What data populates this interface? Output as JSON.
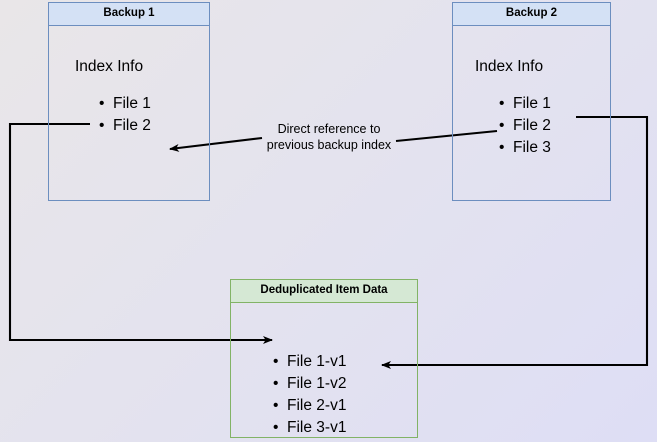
{
  "diagram": {
    "title": "Backup deduplication reference diagram",
    "colors": {
      "blue_border": "#6c8ebf",
      "blue_fill": "#d4e1f5",
      "green_border": "#82b366",
      "green_fill": "#d5e8d4",
      "line": "#000000",
      "background_start": "#e9e6e8",
      "background_end": "#dedef5"
    },
    "nodes": {
      "backup1": {
        "header": "Backup 1",
        "section_label": "Index Info",
        "items": [
          "File 1",
          "File 2"
        ]
      },
      "backup2": {
        "header": "Backup 2",
        "section_label": "Index Info",
        "items": [
          "File 1",
          "File 2",
          "File 3"
        ]
      },
      "dedup": {
        "header": "Deduplicated Item Data",
        "items": [
          "File 1-v1",
          "File 1-v2",
          "File 2-v1",
          "File 3-v1"
        ]
      }
    },
    "edges": {
      "reference_label_line1": "Direct reference to",
      "reference_label_line2": "previous backup index",
      "backup1_to_dedup": "Backup 1 File 1 to Deduplicated File 1-v1",
      "backup2_to_dedup": "Backup 2 File 1 to Deduplicated File 1-v2",
      "backup2_to_backup1": "Backup 2 index direct reference to Backup 1 index"
    }
  }
}
